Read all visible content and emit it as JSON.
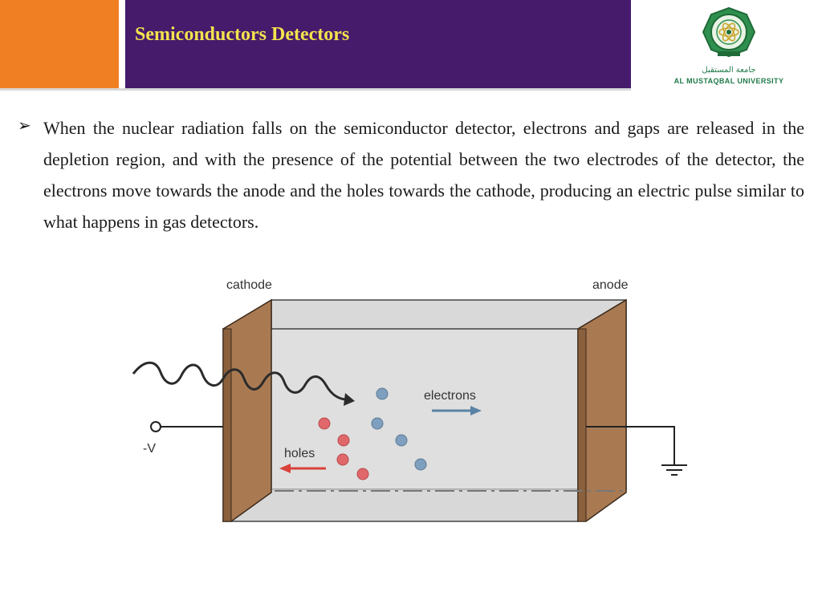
{
  "header": {
    "title": "Semiconductors Detectors",
    "colors": {
      "orange": "#f07f24",
      "purple": "#461b6c",
      "title": "#f3e34d"
    }
  },
  "logo": {
    "name_en": "AL MUSTAQBAL UNIVERSITY",
    "name_ar": "جامعة المستقبل"
  },
  "bullet": {
    "icon": "arrow-bullet-icon",
    "text": "When the nuclear radiation falls on the semiconductor detector, electrons and gaps are released in the depletion region, and with the presence of the potential between the two electrodes of the detector, the electrons move towards the anode and the holes towards the cathode, producing an electric pulse similar to what happens in gas detectors."
  },
  "diagram": {
    "cathode_label": "cathode",
    "anode_label": "anode",
    "electrons_label": "electrons",
    "holes_label": "holes",
    "voltage_label": "-V",
    "colors": {
      "electrode": "#a97a52",
      "electron": "#7e9fbd",
      "hole": "#e0676a",
      "electron_arrow": "#5a82a6",
      "hole_arrow": "#d9413a"
    }
  }
}
